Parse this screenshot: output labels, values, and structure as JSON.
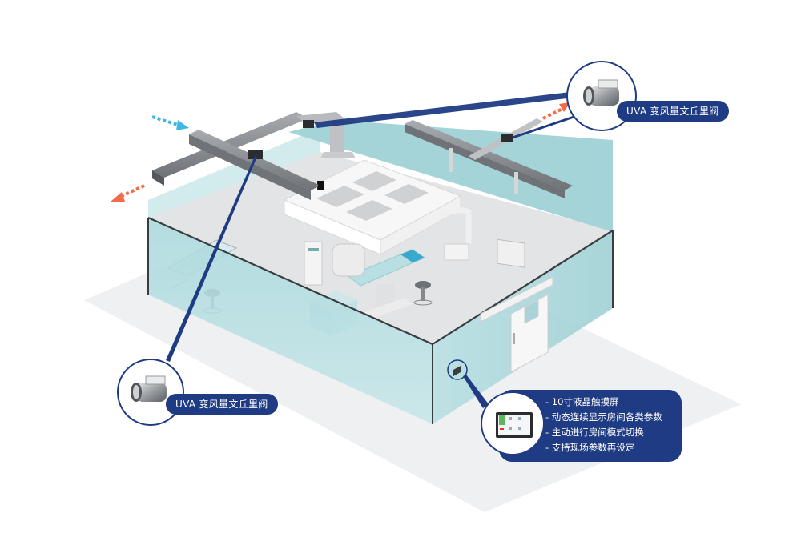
{
  "diagram": {
    "subject": "Operating room isometric illustration with air-handling ducts",
    "colors": {
      "callout_blue": "#1f3b83",
      "glass_wall": "#9fd1d6",
      "floor": "#e6e8ea",
      "duct_gray": "#8a8d91",
      "supply_air_arrow": "#41b6e6",
      "exhaust_air_arrow": "#f26b4b"
    },
    "arrows": [
      {
        "name": "supply-air-arrow",
        "direction": "in",
        "color": "#41b6e6"
      },
      {
        "name": "exhaust-air-arrow",
        "direction": "out",
        "color": "#f26b4b"
      },
      {
        "name": "exhaust-air-arrow-right",
        "direction": "out",
        "color": "#f26b4b"
      }
    ],
    "callouts": {
      "valve_top_right": {
        "label": "UVA 变风量文丘里阀",
        "icon": "venturi-valve-icon"
      },
      "valve_bottom_left": {
        "label": "UVA 变风量文丘里阀",
        "icon": "venturi-valve-icon"
      },
      "touch_panel": {
        "icon": "touchscreen-panel-icon",
        "features": [
          "- 10寸液晶触摸屏",
          "- 动态连续显示房间各类参数",
          "- 主动进行房间模式切换",
          "- 支持现场参数再设定"
        ]
      }
    }
  }
}
